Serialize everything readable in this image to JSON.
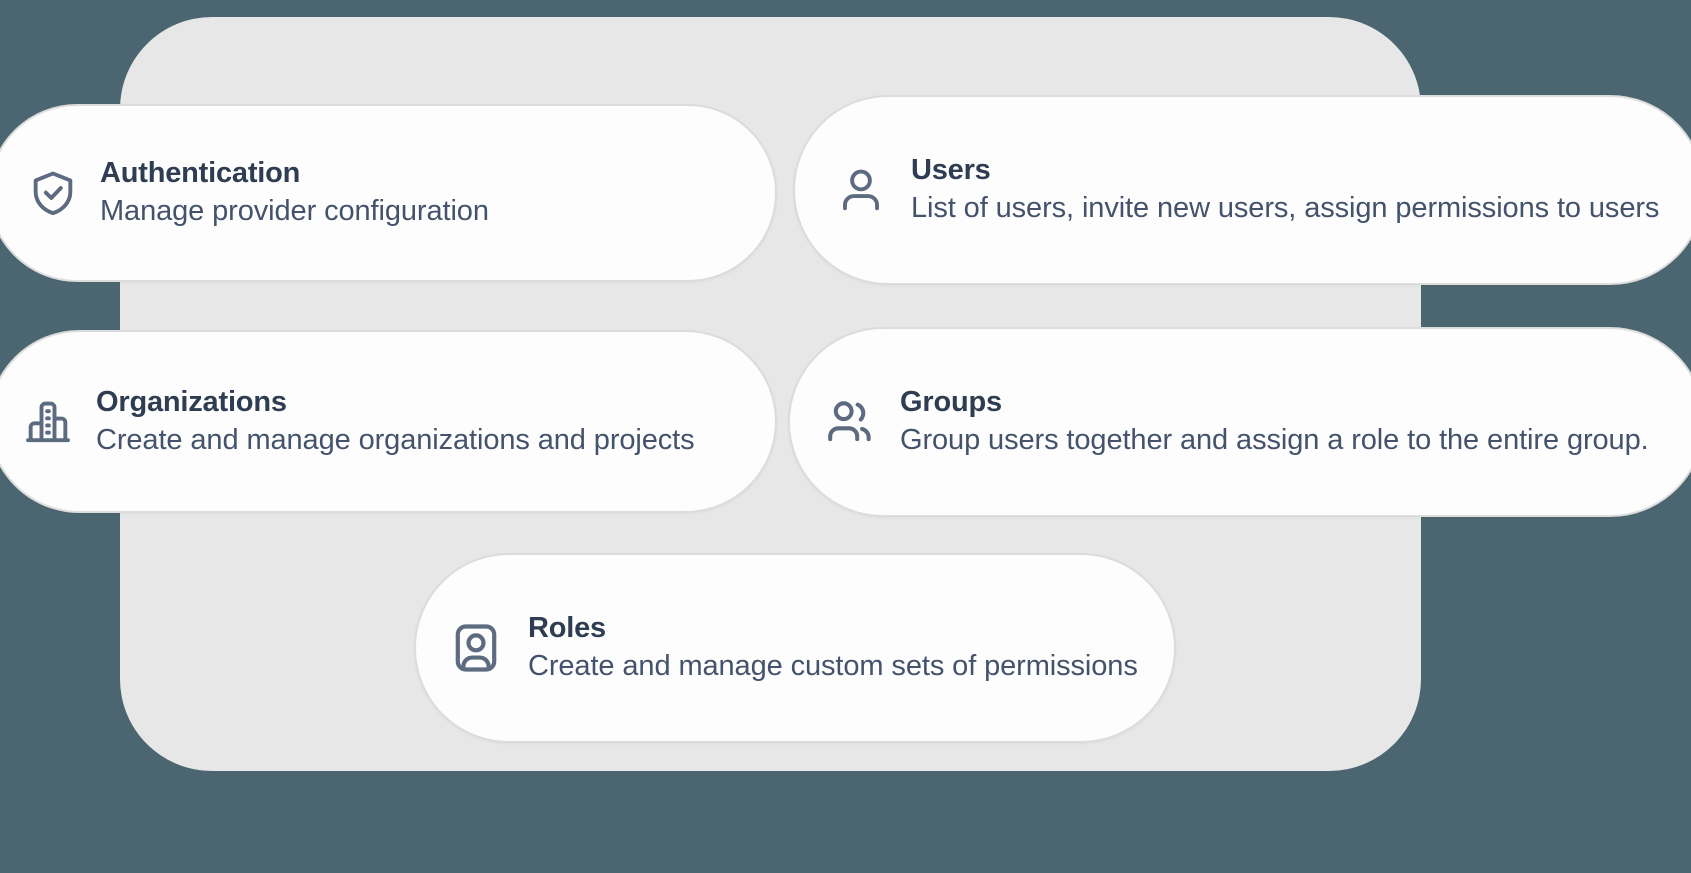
{
  "theme": {
    "page_background": "#4b6670",
    "panel_background": "#e7e7e7",
    "card_background": "#fdfdfd",
    "card_border": "#dcdcdc",
    "title_color": "#2e3d52",
    "description_color": "#44536b",
    "icon_color": "#5c6b80"
  },
  "cards": [
    {
      "id": "authentication",
      "icon": "shield-check-icon",
      "title": "Authentication",
      "description": "Manage provider configuration"
    },
    {
      "id": "users",
      "icon": "user-icon",
      "title": "Users",
      "description": "List of users, invite new users, assign permissions to users"
    },
    {
      "id": "organizations",
      "icon": "building-icon",
      "title": "Organizations",
      "description": "Create and manage organizations and projects"
    },
    {
      "id": "groups",
      "icon": "users-group-icon",
      "title": "Groups",
      "description": "Group users together and assign a role to the entire group."
    },
    {
      "id": "roles",
      "icon": "contact-badge-icon",
      "title": "Roles",
      "description": "Create and manage custom sets of permissions"
    }
  ]
}
